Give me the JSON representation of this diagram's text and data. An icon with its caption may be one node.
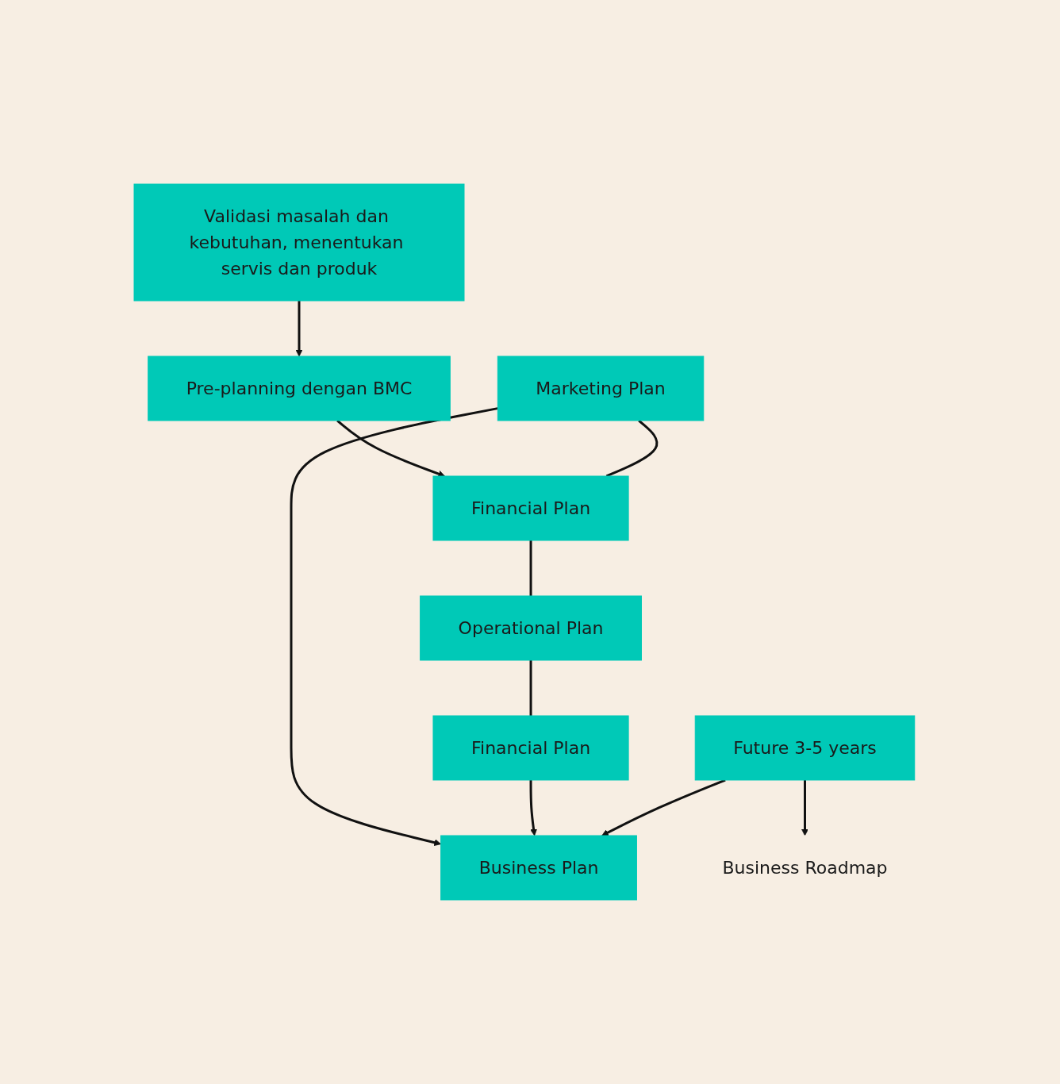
{
  "diagram": {
    "nodes": [
      {
        "text": [
          "Validasi masalah dan kebutuhan, menentukan servis dan produk"
        ]
      },
      {
        "text": [
          "Pre-planning dengan BMC"
        ]
      },
      {
        "text": [
          "Marketing Plan"
        ]
      },
      {
        "text": [
          "Financial Plan"
        ]
      },
      {
        "text": [
          "Operational Plan"
        ]
      },
      {
        "text": [
          "Financial Plan"
        ]
      },
      {
        "text": [
          "Business Plan"
        ]
      },
      {
        "text": [
          "Future 3-5 years"
        ]
      },
      {
        "text": [
          "Business Roadmap"
        ]
      }
    ],
    "edges": [
      {
        "from": 0,
        "to": 1,
        "arrow": "to"
      },
      {
        "from": 1,
        "to": 3,
        "arrow": "to"
      },
      {
        "from": 2,
        "to": 3,
        "arrow": "none"
      },
      {
        "from": 3,
        "to": 4,
        "arrow": "none"
      },
      {
        "from": 4,
        "to": 5,
        "arrow": "none"
      },
      {
        "from": 2,
        "to": 6,
        "arrow": "to"
      },
      {
        "from": 5,
        "to": 6,
        "arrow": "to"
      },
      {
        "from": 7,
        "to": 6,
        "arrow": "to"
      },
      {
        "from": 7,
        "to": 8,
        "arrow": "to"
      }
    ]
  }
}
